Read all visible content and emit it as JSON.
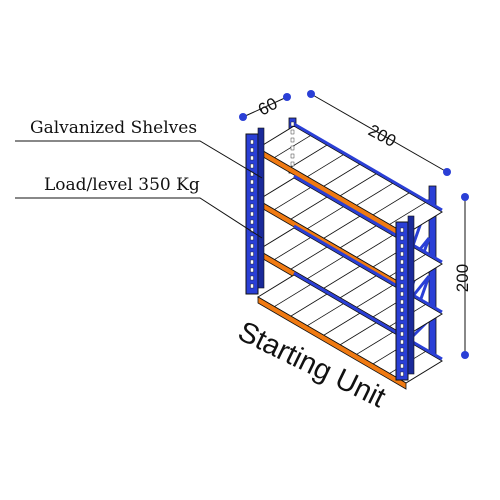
{
  "labels": {
    "shelves": "Galvanized Shelves",
    "load": "Load/level 350 Kg",
    "unit": "Starting Unit"
  },
  "dimensions": {
    "depth": "60",
    "width": "200",
    "height": "200"
  },
  "colors": {
    "upright_blue": "#2a3fd6",
    "upright_dark": "#1a2a9a",
    "beam_orange": "#f07a12",
    "line": "#111111",
    "dim_dot": "#2a3fd6"
  }
}
